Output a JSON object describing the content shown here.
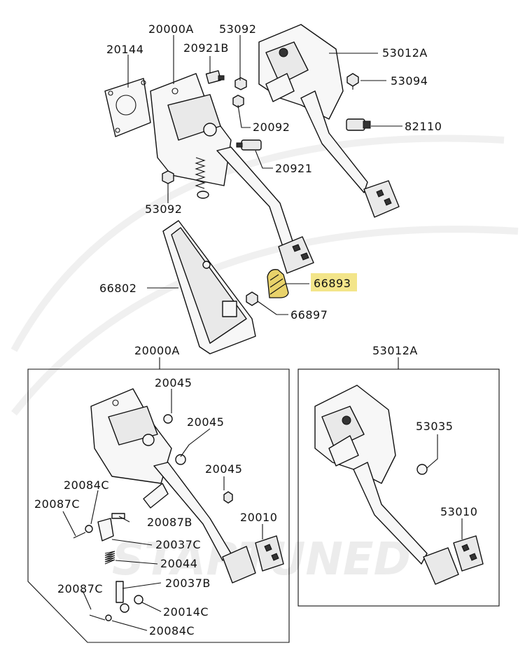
{
  "diagram": {
    "highlight_color": "#f3e58a",
    "watermark": "STARTUNED",
    "labels": {
      "p20144": "20144",
      "p20000a_top": "20000A",
      "p20921b": "20921B",
      "p53092_top": "53092",
      "p53012a_top": "53012A",
      "p53094": "53094",
      "p82110": "82110",
      "p20092": "20092",
      "p20921": "20921",
      "p53092_bot": "53092",
      "p66802": "66802",
      "p66893": "66893",
      "p66897": "66897",
      "box_left_title": "20000A",
      "box_right_title": "53012A",
      "l20045_a": "20045",
      "l20045_b": "20045",
      "l20045_c": "20045",
      "l20084c_a": "20084C",
      "l20087c_a": "20087C",
      "l20087b": "20087B",
      "l20037c": "20037C",
      "l20044": "20044",
      "l20037b": "20037B",
      "l20087c_b": "20087C",
      "l20014c": "20014C",
      "l20084c_b": "20084C",
      "l20010": "20010",
      "l53035": "53035",
      "l53010": "53010"
    }
  }
}
